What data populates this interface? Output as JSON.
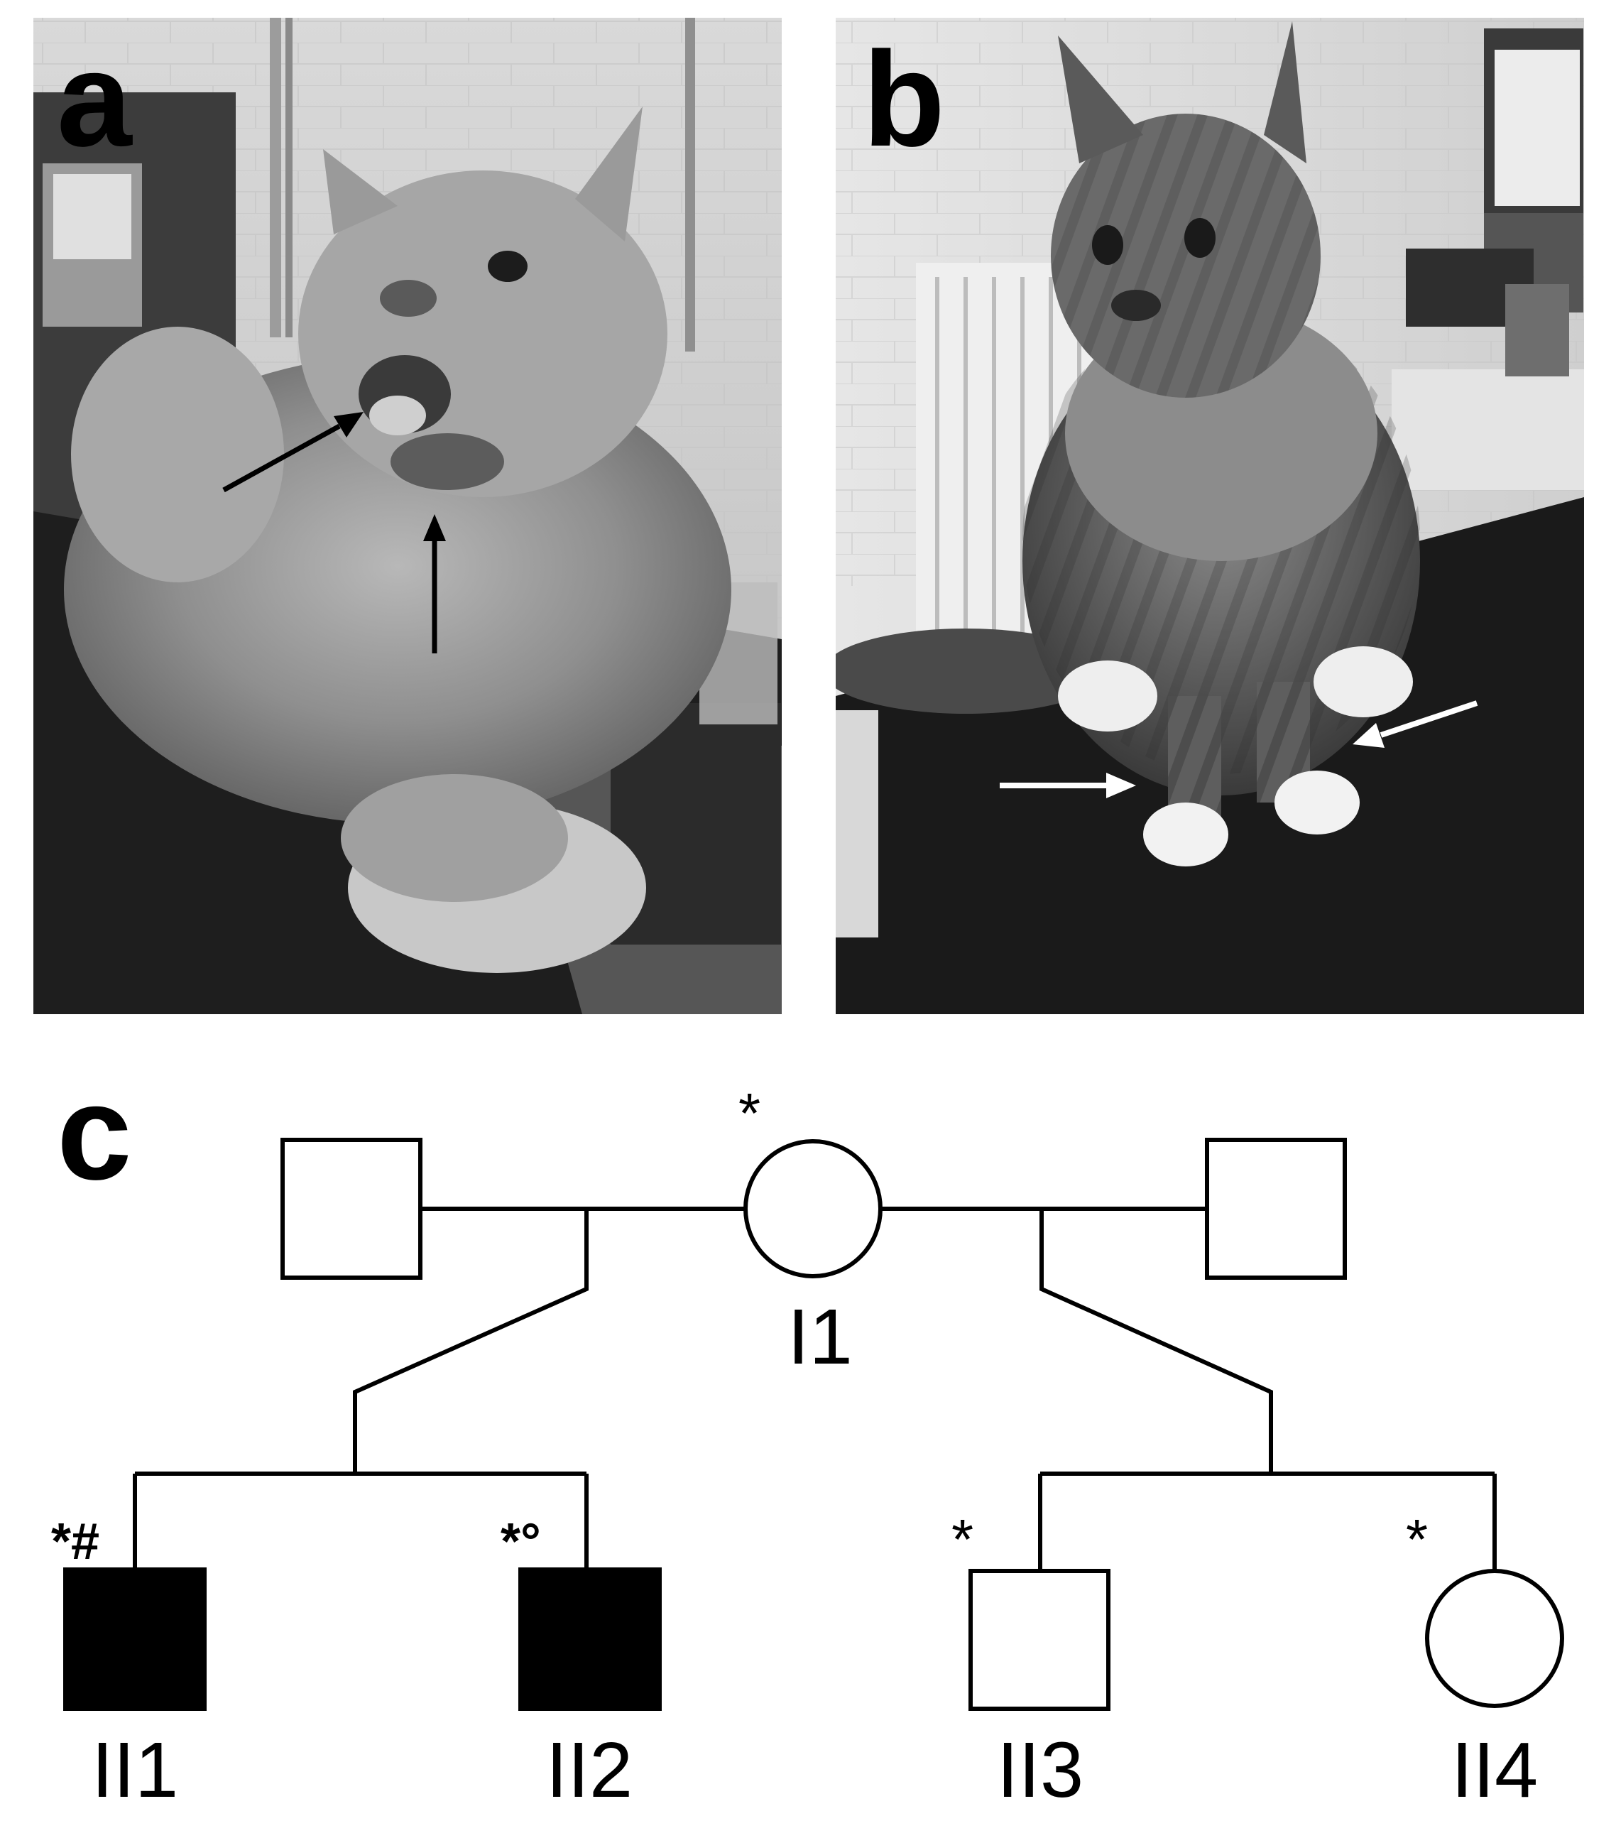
{
  "panels": {
    "a": {
      "letter": "a",
      "image": "photo-cat-open-mouth"
    },
    "b": {
      "letter": "b",
      "image": "photo-cat-sitting-forelegs"
    },
    "c": {
      "letter": "c"
    }
  },
  "pedigree": {
    "individuals": [
      {
        "id": "I-male-left",
        "label": "",
        "sex": "male",
        "affected": false,
        "marks": ""
      },
      {
        "id": "I1",
        "label": "I1",
        "sex": "female",
        "affected": false,
        "marks": "*"
      },
      {
        "id": "I-male-right",
        "label": "",
        "sex": "male",
        "affected": false,
        "marks": ""
      },
      {
        "id": "II1",
        "label": "II1",
        "sex": "male",
        "affected": true,
        "marks": "*#"
      },
      {
        "id": "II2",
        "label": "II2",
        "sex": "male",
        "affected": true,
        "marks": "*°"
      },
      {
        "id": "II3",
        "label": "II3",
        "sex": "male",
        "affected": false,
        "marks": "*"
      },
      {
        "id": "II4",
        "label": "II4",
        "sex": "female",
        "affected": false,
        "marks": "*"
      }
    ]
  },
  "colors": {
    "affected": "#000000",
    "unaffected": "#ffffff",
    "arrow_a": "#000000",
    "arrow_b": "#ffffff"
  }
}
